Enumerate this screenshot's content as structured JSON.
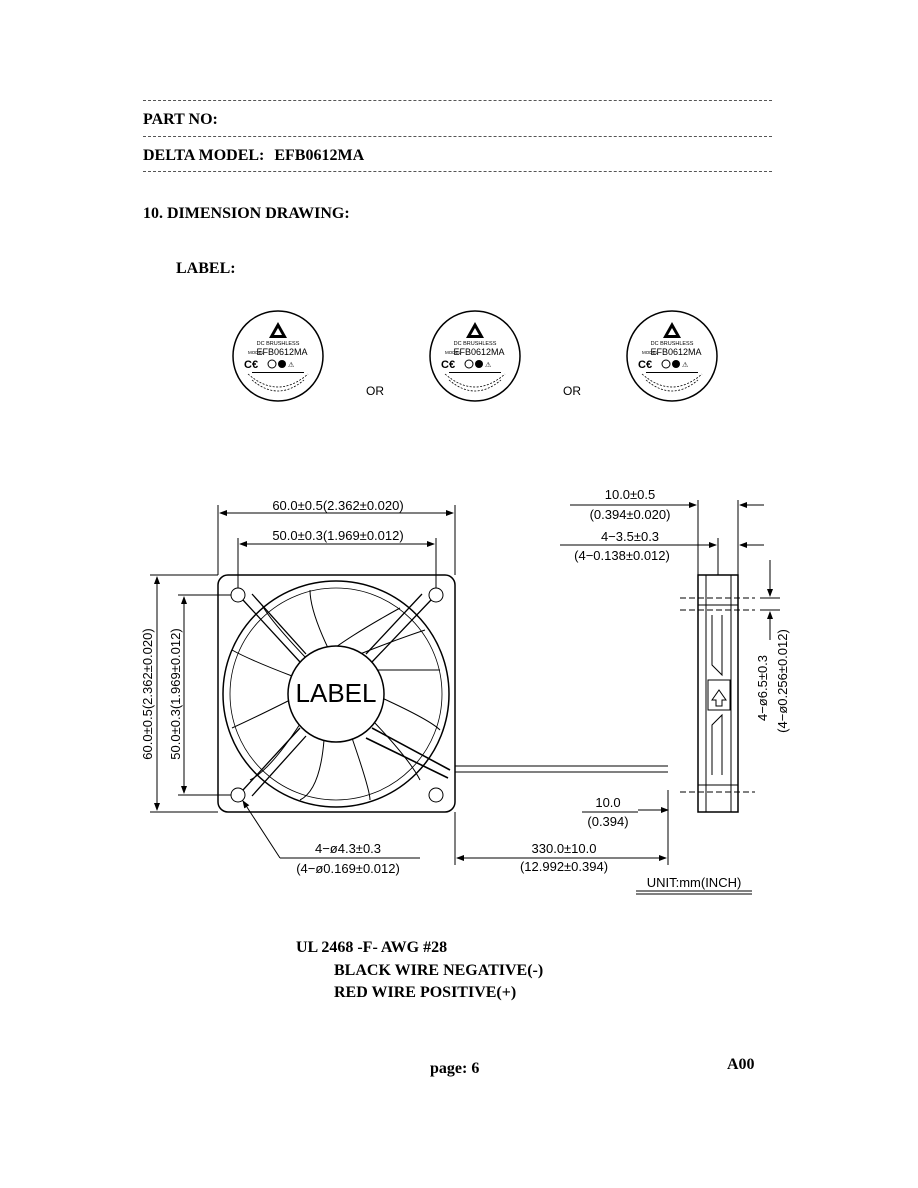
{
  "header": {
    "part_no_label": "PART NO:",
    "delta_model_label": "DELTA MODEL:",
    "delta_model_value": "EFB0612MA"
  },
  "section": {
    "title": "10. DIMENSION DRAWING:",
    "label_heading": "LABEL:"
  },
  "label_samples": {
    "line1": "DC BRUSHLESS",
    "model_prefix": "MODEL",
    "model": "EFB0612MA",
    "or": "OR"
  },
  "drawing": {
    "label_text": "LABEL",
    "dim_width": "60.0±0.5(2.362±0.020)",
    "dim_hole_spacing": "50.0±0.3(1.969±0.012)",
    "dim_height": "60.0±0.5(2.362±0.020)",
    "dim_hole_spacing_v": "50.0±0.3(1.969±0.012)",
    "dim_thickness": "10.0±0.5",
    "dim_thickness_inch": "(0.394±0.020)",
    "dim_flange": "4−3.5±0.3",
    "dim_flange_inch": "(4−0.138±0.012)",
    "dim_side_hole": "4−ø6.5±0.3",
    "dim_side_hole_inch": "(4−ø0.256±0.012)",
    "dim_holes": "4−ø4.3±0.3",
    "dim_holes_inch": "(4−ø0.169±0.012)",
    "dim_strip": "10.0",
    "dim_strip_inch": "(0.394)",
    "dim_lead": "330.0±10.0",
    "dim_lead_inch": "(12.992±0.394)",
    "unit": "UNIT:mm(INCH)"
  },
  "wire_notes": {
    "spec": "UL 2468 -F- AWG #28",
    "black": "BLACK WIRE NEGATIVE(-)",
    "red": "RED WIRE POSITIVE(+)"
  },
  "footer": {
    "page": "page: 6",
    "rev": "A00"
  }
}
